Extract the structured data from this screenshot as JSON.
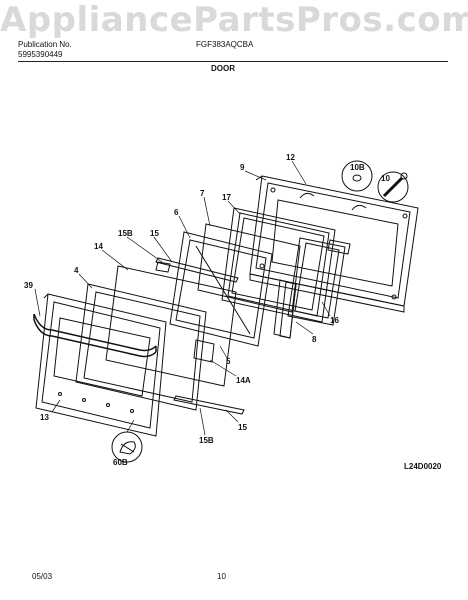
{
  "watermark": "AppliancePartsPros.com",
  "header": {
    "pub_label": "Publication No.",
    "pub_number": "5995390449",
    "model": "FGF383AQCBA",
    "section_title": "DOOR"
  },
  "diagram_code": "L24D0020",
  "footer": {
    "date": "05/03",
    "page": "10"
  },
  "callouts": [
    "12",
    "9",
    "10B",
    "10",
    "7",
    "17",
    "6",
    "15B",
    "15",
    "14",
    "4",
    "39",
    "16",
    "8",
    "5",
    "14A",
    "13",
    "15",
    "15B",
    "60B"
  ]
}
